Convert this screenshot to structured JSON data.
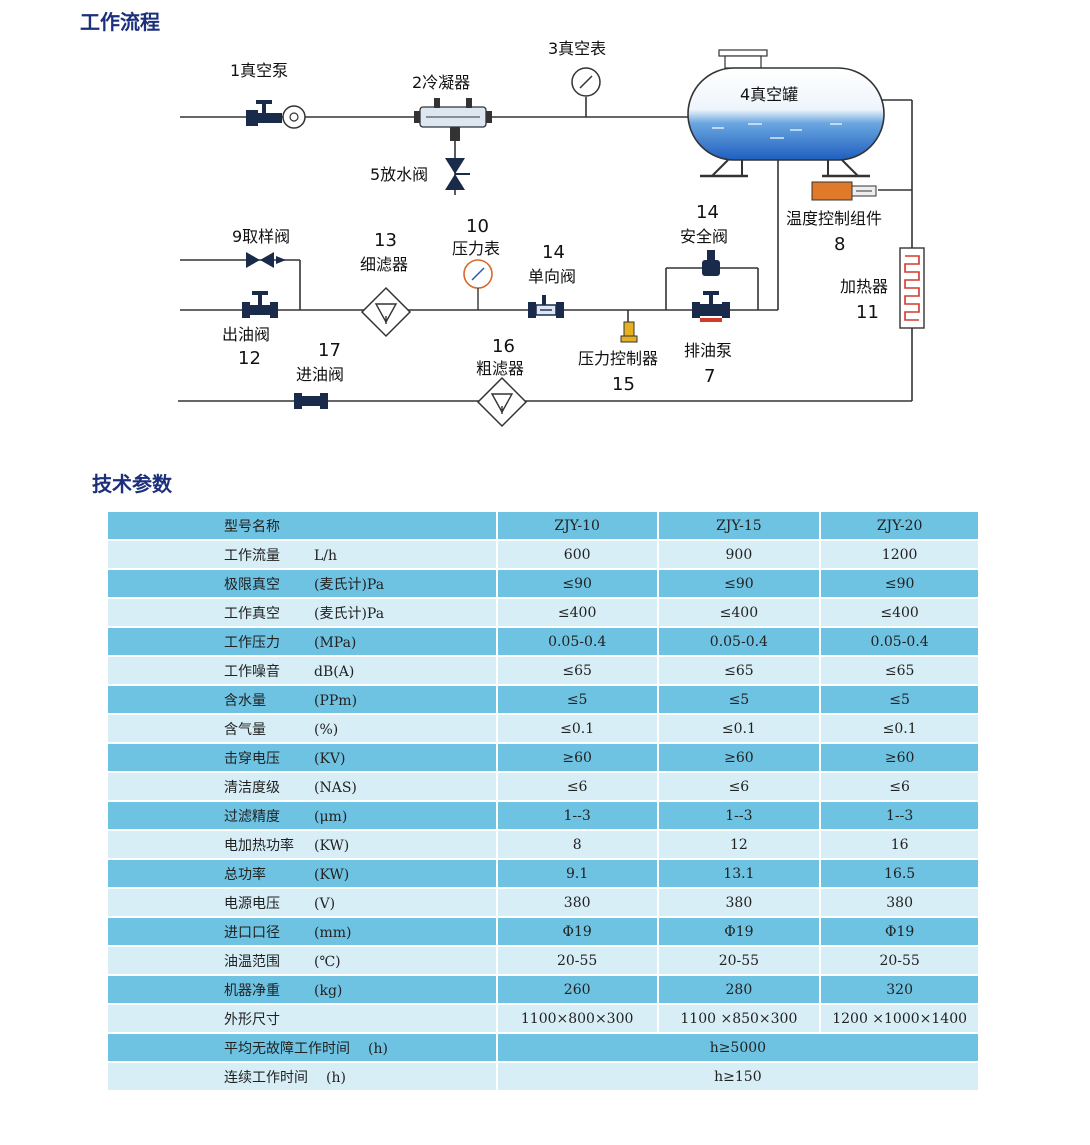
{
  "sections": {
    "flow_title": "工作流程",
    "spec_title": "技术参数"
  },
  "diagram": {
    "labels": {
      "vacuum_pump": "1真空泵",
      "condenser": "2冷凝器",
      "vacuum_gauge": "3真空表",
      "vacuum_tank": "4真空罐",
      "drain_valve": "5放水阀",
      "temp_control": "温度控制组件",
      "temp_control_num": "8",
      "sampling_valve": "9取样阀",
      "pressure_gauge_num": "10",
      "pressure_gauge": "压力表",
      "fine_filter_num": "13",
      "fine_filter": "细滤器",
      "check_valve_num": "14",
      "check_valve": "单向阀",
      "safety_valve_num": "14",
      "safety_valve": "安全阀",
      "heater": "加热器",
      "heater_num": "11",
      "outlet_valve": "出油阀",
      "outlet_valve_num": "12",
      "inlet_valve_num": "17",
      "inlet_valve": "进油阀",
      "coarse_filter_num": "16",
      "coarse_filter": "粗滤器",
      "pressure_controller": "压力控制器",
      "pressure_controller_num": "15",
      "discharge_pump": "排油泵",
      "discharge_pump_num": "7"
    }
  },
  "table": {
    "header": [
      "型号名称",
      "ZJY-10",
      "ZJY-15",
      "ZJY-20"
    ],
    "rows": [
      {
        "name": "工作流量",
        "unit": "L/h",
        "v": [
          "600",
          "900",
          "1200"
        ]
      },
      {
        "name": "极限真空",
        "unit": "(麦氏计)Pa",
        "v": [
          "≤90",
          "≤90",
          "≤90"
        ]
      },
      {
        "name": "工作真空",
        "unit": "(麦氏计)Pa",
        "v": [
          "≤400",
          "≤400",
          "≤400"
        ]
      },
      {
        "name": "工作压力",
        "unit": "(MPa)",
        "v": [
          "0.05-0.4",
          "0.05-0.4",
          "0.05-0.4"
        ]
      },
      {
        "name": "工作噪音",
        "unit": "dB(A)",
        "v": [
          "≤65",
          "≤65",
          "≤65"
        ]
      },
      {
        "name": "含水量",
        "unit": "(PPm)",
        "v": [
          "≤5",
          "≤5",
          "≤5"
        ]
      },
      {
        "name": "含气量",
        "unit": "(%)",
        "v": [
          "≤0.1",
          "≤0.1",
          "≤0.1"
        ]
      },
      {
        "name": "击穿电压",
        "unit": "(KV)",
        "v": [
          "≥60",
          "≥60",
          "≥60"
        ]
      },
      {
        "name": "清洁度级",
        "unit": "(NAS)",
        "v": [
          "≤6",
          "≤6",
          "≤6"
        ]
      },
      {
        "name": "过滤精度",
        "unit": "(μm)",
        "v": [
          "1--3",
          "1--3",
          "1--3"
        ]
      },
      {
        "name": "电加热功率",
        "unit": "(KW)",
        "v": [
          "8",
          "12",
          "16"
        ]
      },
      {
        "name": "总功率",
        "unit": "(KW)",
        "v": [
          "9.1",
          "13.1",
          "16.5"
        ]
      },
      {
        "name": "电源电压",
        "unit": "(V)",
        "v": [
          "380",
          "380",
          "380"
        ]
      },
      {
        "name": "进口口径",
        "unit": "(mm)",
        "v": [
          "Φ19",
          "Φ19",
          "Φ19"
        ]
      },
      {
        "name": "油温范围",
        "unit": "(℃)",
        "v": [
          "20-55",
          "20-55",
          "20-55"
        ]
      },
      {
        "name": "机器净重",
        "unit": "(kg)",
        "v": [
          "260",
          "280",
          "320"
        ]
      },
      {
        "name": "外形尺寸",
        "unit": "",
        "v": [
          "1100×800×300",
          "1100 ×850×300",
          "1200 ×1000×1400"
        ]
      }
    ],
    "merged_rows": [
      {
        "name": "平均无故障工作时间",
        "unit": "(h)",
        "value": "h≥5000"
      },
      {
        "name": "连续工作时间",
        "unit": "(h)",
        "value": "h≥150"
      }
    ]
  },
  "colors": {
    "title": "#1b2f7a",
    "row_dark": "#6fc3e2",
    "row_light": "#d7eef7",
    "tank_water": "#2a6ec9",
    "heater_red": "#d23a2a"
  }
}
